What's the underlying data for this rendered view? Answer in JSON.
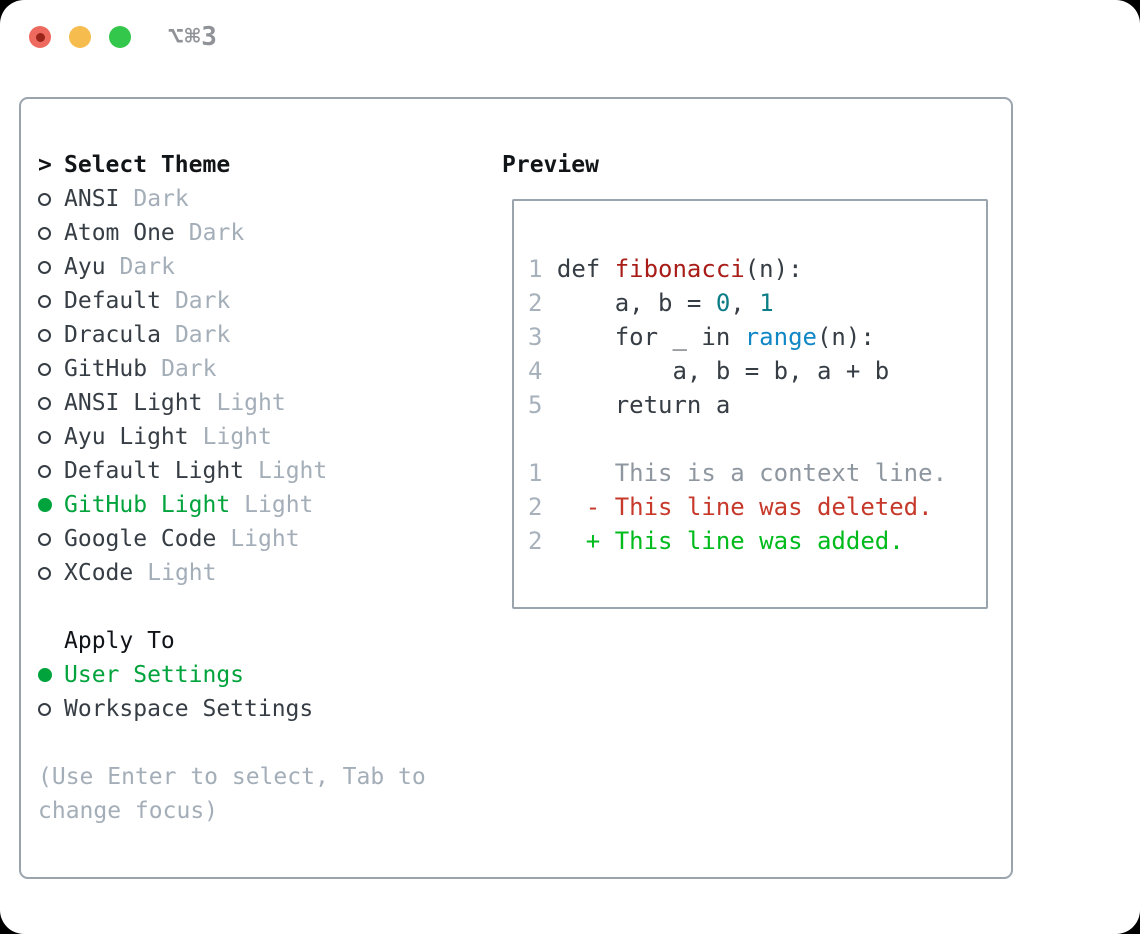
{
  "window": {
    "title": "⌥⌘3"
  },
  "theme_picker": {
    "prompt": ">",
    "title": "Select Theme",
    "items": [
      {
        "name": "ANSI",
        "variant": "Dark",
        "selected": false
      },
      {
        "name": "Atom One",
        "variant": "Dark",
        "selected": false
      },
      {
        "name": "Ayu",
        "variant": "Dark",
        "selected": false
      },
      {
        "name": "Default",
        "variant": "Dark",
        "selected": false
      },
      {
        "name": "Dracula",
        "variant": "Dark",
        "selected": false
      },
      {
        "name": "GitHub",
        "variant": "Dark",
        "selected": false
      },
      {
        "name": "ANSI Light",
        "variant": "Light",
        "selected": false
      },
      {
        "name": "Ayu Light",
        "variant": "Light",
        "selected": false
      },
      {
        "name": "Default Light",
        "variant": "Light",
        "selected": false
      },
      {
        "name": "GitHub Light",
        "variant": "Light",
        "selected": true
      },
      {
        "name": "Google Code",
        "variant": "Light",
        "selected": false
      },
      {
        "name": "XCode",
        "variant": "Light",
        "selected": false
      }
    ],
    "apply_to": {
      "title": "Apply To",
      "options": [
        {
          "name": "User Settings",
          "selected": true
        },
        {
          "name": "Workspace Settings",
          "selected": false
        }
      ]
    },
    "hint_lines": [
      "(Use Enter to select, Tab to",
      "change focus)"
    ]
  },
  "preview": {
    "title": "Preview",
    "code_lines": [
      {
        "num": "1",
        "tokens": [
          {
            "t": "def ",
            "c": "fg"
          },
          {
            "t": "fibonacci",
            "c": "func"
          },
          {
            "t": "(n):",
            "c": "fg"
          }
        ]
      },
      {
        "num": "2",
        "tokens": [
          {
            "t": "    a, b = ",
            "c": "fg"
          },
          {
            "t": "0",
            "c": "num"
          },
          {
            "t": ", ",
            "c": "fg"
          },
          {
            "t": "1",
            "c": "num"
          }
        ]
      },
      {
        "num": "3",
        "tokens": [
          {
            "t": "    for _ in ",
            "c": "fg"
          },
          {
            "t": "range",
            "c": "builtin"
          },
          {
            "t": "(n):",
            "c": "fg"
          }
        ]
      },
      {
        "num": "4",
        "tokens": [
          {
            "t": "        a, b = b, a + b",
            "c": "fg"
          }
        ]
      },
      {
        "num": "5",
        "tokens": [
          {
            "t": "    return a",
            "c": "fg"
          }
        ]
      },
      {
        "num": "",
        "tokens": []
      },
      {
        "num": "1",
        "tokens": [
          {
            "t": "    This is a context line.",
            "c": "context"
          }
        ]
      },
      {
        "num": "2",
        "tokens": [
          {
            "t": "  - This line was deleted.",
            "c": "deleted"
          }
        ]
      },
      {
        "num": "2",
        "tokens": [
          {
            "t": "  + This line was added.",
            "c": "added"
          }
        ]
      }
    ]
  },
  "colors": {
    "heading": "#111518",
    "fg": "#363d44",
    "muted": "#a4aeb8",
    "accent": "#00a33c",
    "panel_border": "#9aa4ad",
    "linenum": "#a7b1bb",
    "func_red": "#a81d18",
    "num_teal": "#0c7d87",
    "builtin_blue": "#1287c5",
    "context_gray": "#8e979f",
    "deleted_red": "#c6392b",
    "added_green": "#00bb1c",
    "traffic_red": "#ee6a5f",
    "traffic_red_dot": "#9b241a",
    "traffic_yellow": "#f6bd4e",
    "traffic_green": "#33c84b",
    "title_gray": "#8f9398"
  }
}
